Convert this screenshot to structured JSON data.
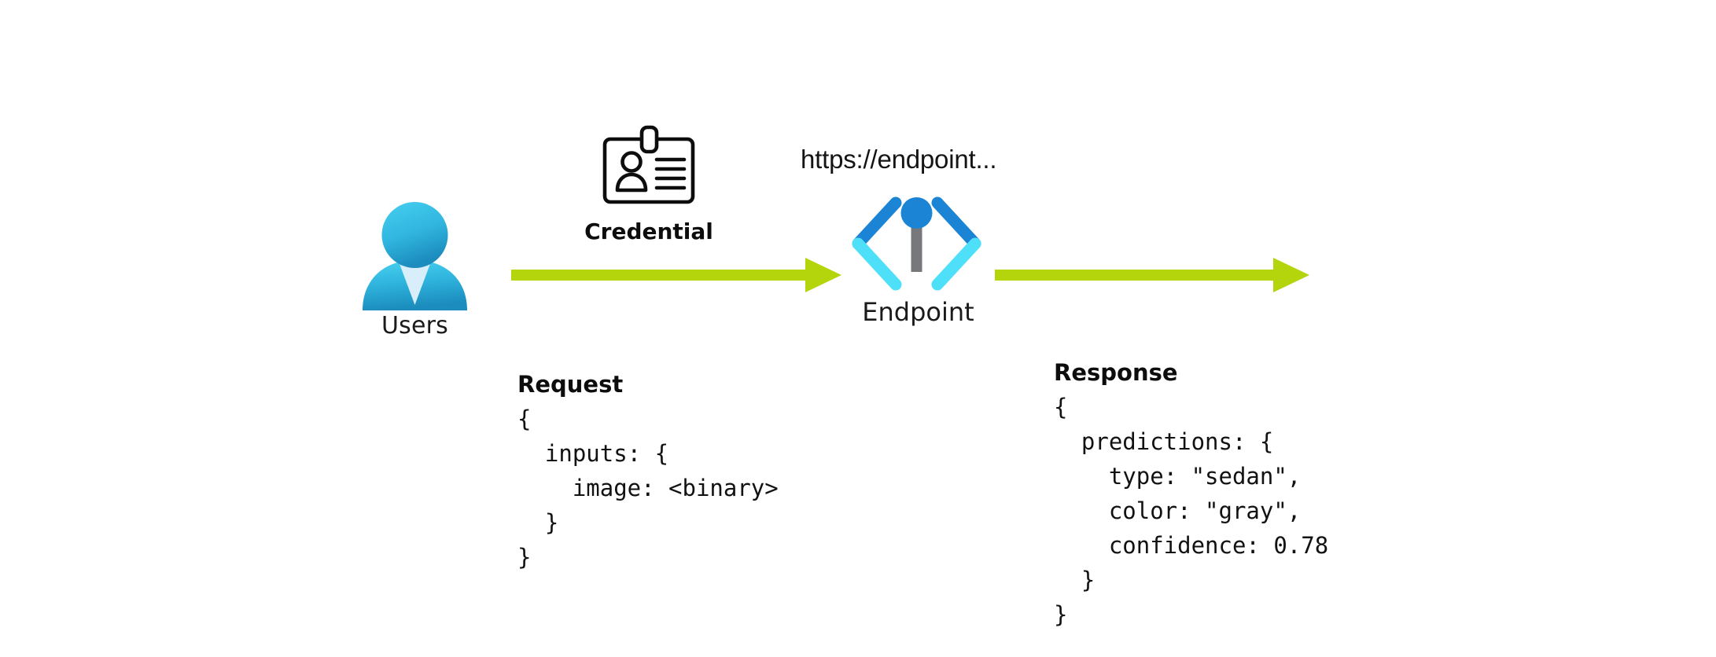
{
  "diagram": {
    "title": "Endpoint request and response flow",
    "colors": {
      "arrow_green": "#b4d40c",
      "avatar_cyan": "#3fc6ec",
      "avatar_blue": "#1c8fc0",
      "avatar_collar": "#d5eefb",
      "endpoint_blue": "#1b84d4",
      "endpoint_cyan": "#4ee0f8",
      "endpoint_gray": "#77787b",
      "text_black": "#121212"
    },
    "actor": {
      "icon": "user-avatar-icon",
      "label": "Users"
    },
    "credential": {
      "icon": "id-badge-icon",
      "label": "Credential"
    },
    "endpoint": {
      "icon": "code-brackets-endpoint-icon",
      "url": "https://endpoint...",
      "label": "Endpoint"
    },
    "arrows": [
      {
        "name": "request-arrow",
        "direction": "right",
        "color": "#b4d40c"
      },
      {
        "name": "response-arrow",
        "direction": "right",
        "color": "#b4d40c"
      }
    ],
    "request": {
      "heading": "Request",
      "body": "{\n  inputs: {\n    image: <binary>\n  }\n}"
    },
    "response": {
      "heading": "Response",
      "body": "{\n  predictions: {\n    type: \"sedan\",\n    color: \"gray\",\n    confidence: 0.78\n  }\n}"
    }
  }
}
